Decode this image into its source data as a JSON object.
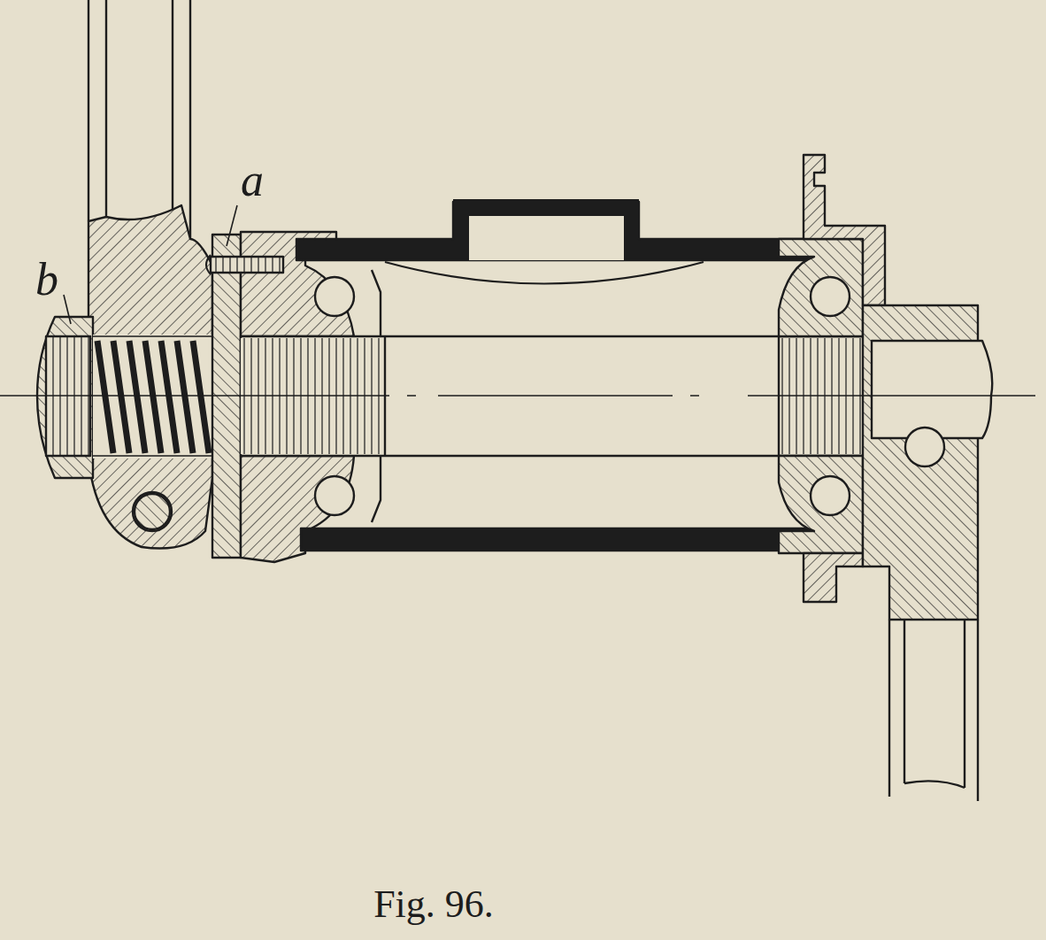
{
  "diagram": {
    "caption": "Fig. 96.",
    "labels": [
      "a",
      "b"
    ]
  }
}
